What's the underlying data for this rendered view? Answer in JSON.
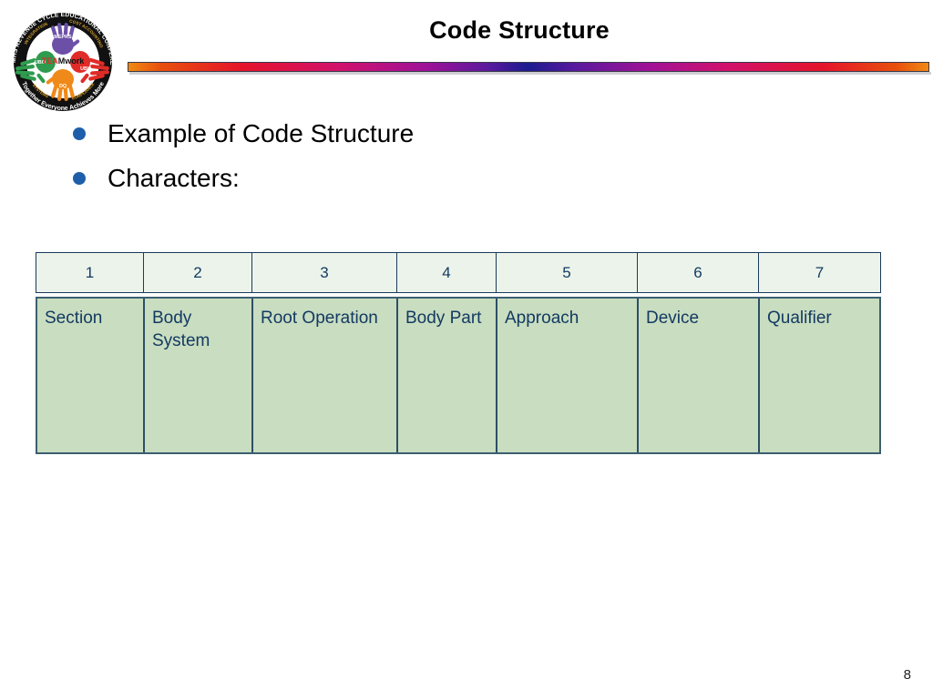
{
  "slide": {
    "title": "Code Structure",
    "page_number": "8",
    "background_color": "#ffffff"
  },
  "logo": {
    "name": "conference-logo",
    "ring_text_top": "2011 MHS REVENUE CYCLE EDUCATIONAL CONFERENCE",
    "ring_text_bottom": "Together Everyone Achieves More",
    "inner_ring_labels": [
      "BILLING",
      "INTEGRATION",
      "COST ACCOUNTING",
      "ANALYSIS",
      "COMPLIANCE",
      "SYSTEMS",
      "CODING"
    ],
    "center_text_accent": "TEA",
    "center_text_rest": "Mwork",
    "hands": [
      {
        "label": "MEPRS",
        "color": "#6c50a8"
      },
      {
        "label": "UBO",
        "color": "#2e9b4e"
      },
      {
        "label": "UBU",
        "color": "#e02b28"
      },
      {
        "label": "DQ",
        "color": "#ef8a1a"
      }
    ]
  },
  "title_rule": {
    "gradient_stops": [
      "#f08a12",
      "#e5142a",
      "#d2116b",
      "#a01197",
      "#1b1b8f",
      "#a01197",
      "#d2116b",
      "#e5142a",
      "#f08a12"
    ]
  },
  "bullets": {
    "marker_color": "#1f5fa9",
    "items": [
      {
        "text": "Example of Code Structure"
      },
      {
        "text": "Characters:"
      }
    ]
  },
  "table": {
    "header_bg": "#ecf3ea",
    "body_bg": "#c9ddc0",
    "border_color": "#1b3a5c",
    "text_color": "#133a62",
    "header": [
      "1",
      "2",
      "3",
      "4",
      "5",
      "6",
      "7"
    ],
    "body": [
      "Section",
      "Body System",
      "Root Operation",
      "Body Part",
      "Approach",
      "Device",
      "Qualifier"
    ]
  }
}
